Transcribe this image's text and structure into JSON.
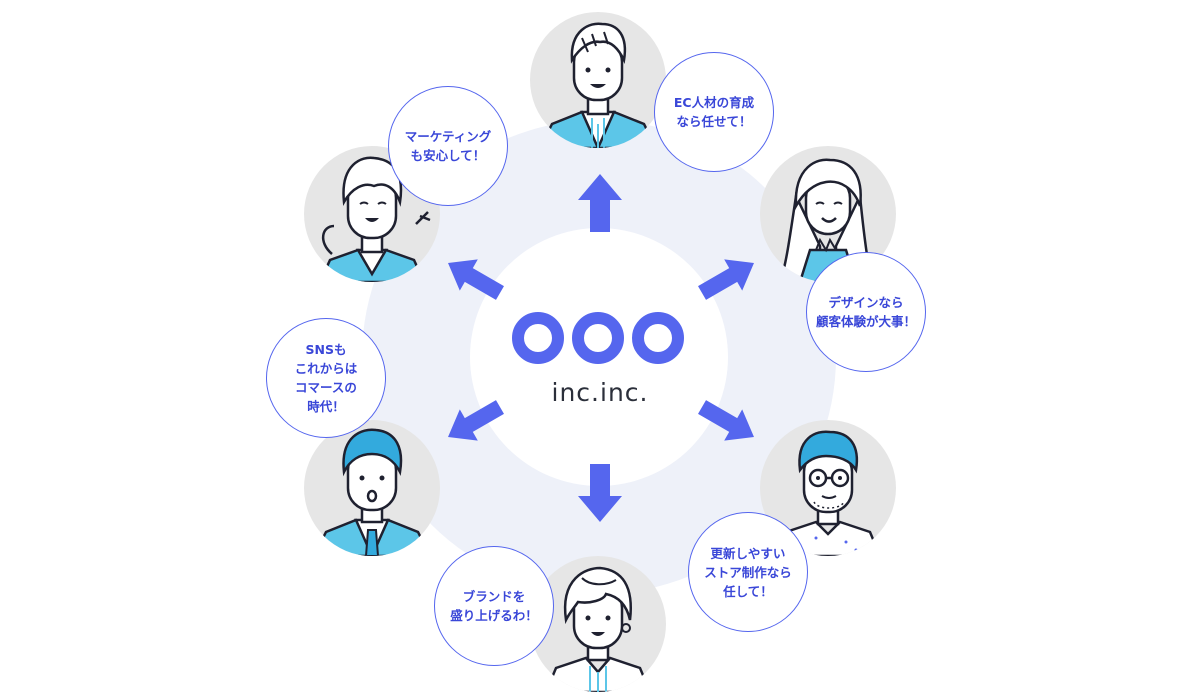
{
  "company": {
    "name": "inc.inc."
  },
  "colors": {
    "accent": "#5566ee",
    "bubble_text": "#3a47d8",
    "ring": "#eef1f9",
    "avatar_bg": "#e6e6e6",
    "outline": "#1f2130",
    "hair_accent": "#33aadd",
    "shirt_accent": "#5cc6e8"
  },
  "nodes": [
    {
      "id": "top",
      "bubble": "EC人材の育成\nなら任せて！",
      "icon": "businessman-avatar-icon"
    },
    {
      "id": "upper-right",
      "bubble": "デザインなら\n顧客体験が大事！",
      "icon": "woman-long-hair-avatar-icon"
    },
    {
      "id": "lower-right",
      "bubble": "更新しやすい\nストア制作なら\n任して！",
      "icon": "man-glasses-avatar-icon"
    },
    {
      "id": "bottom",
      "bubble": "ブランドを\n盛り上げるわ！",
      "icon": "woman-short-hair-avatar-icon"
    },
    {
      "id": "lower-left",
      "bubble": "SNSも\nこれからは\nコマースの\n時代！",
      "icon": "man-blue-hair-avatar-icon"
    },
    {
      "id": "upper-left",
      "bubble": "マーケティング\nも安心して！",
      "icon": "woman-ponytail-avatar-icon"
    }
  ]
}
